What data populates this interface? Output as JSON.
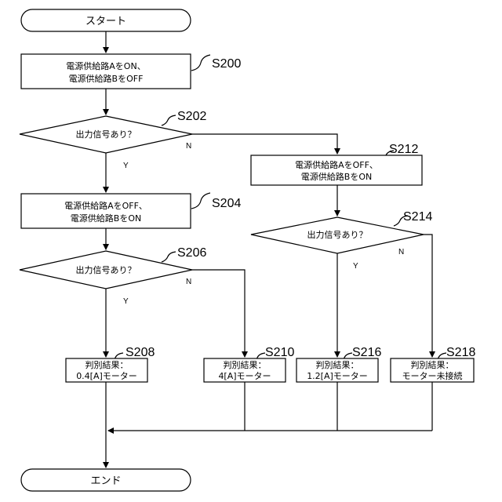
{
  "nodes": {
    "start": {
      "text": "スタート"
    },
    "end": {
      "text": "エンド"
    },
    "s200": {
      "line1": "電源供給路AをON、",
      "line2": "電源供給路BをOFF",
      "label": "S200"
    },
    "s202": {
      "text": "出力信号あり？",
      "label": "S202",
      "yes": "Y",
      "no": "N"
    },
    "s204": {
      "line1": "電源供給路AをOFF、",
      "line2": "電源供給路BをON",
      "label": "S204"
    },
    "s206": {
      "text": "出力信号あり？",
      "label": "S206",
      "yes": "Y",
      "no": "N"
    },
    "s208": {
      "line1": "判別結果：",
      "line2": "0.4[A]モーター",
      "label": "S208"
    },
    "s210": {
      "line1": "判別結果：",
      "line2": "4[A]モーター",
      "label": "S210"
    },
    "s212": {
      "line1": "電源供給路AをOFF、",
      "line2": "電源供給路BをON",
      "label": "S212"
    },
    "s214": {
      "text": "出力信号あり？",
      "label": "S214",
      "yes": "Y",
      "no": "N"
    },
    "s216": {
      "line1": "判別結果：",
      "line2": "1.2[A]モーター",
      "label": "S216"
    },
    "s218": {
      "line1": "判別結果：",
      "line2": "モーター未接続",
      "label": "S218"
    }
  }
}
